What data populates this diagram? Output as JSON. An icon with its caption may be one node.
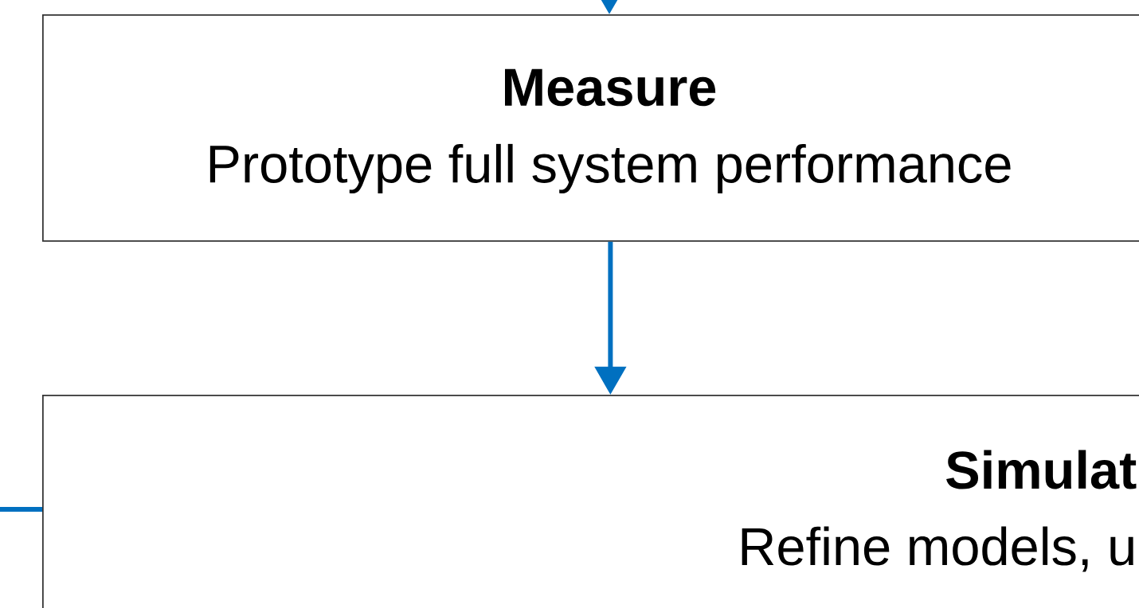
{
  "diagram": {
    "nodes": [
      {
        "text": [
          "Measure",
          "Prototype full system performance"
        ]
      },
      {
        "text": [
          "Simulat",
          "Refine models, u"
        ]
      }
    ],
    "edges": [
      {
        "from": null,
        "to": 0,
        "arrow": "to"
      },
      {
        "from": 0,
        "to": 1,
        "arrow": "to"
      },
      {
        "from": null,
        "to": 1,
        "arrow": "none"
      }
    ]
  }
}
